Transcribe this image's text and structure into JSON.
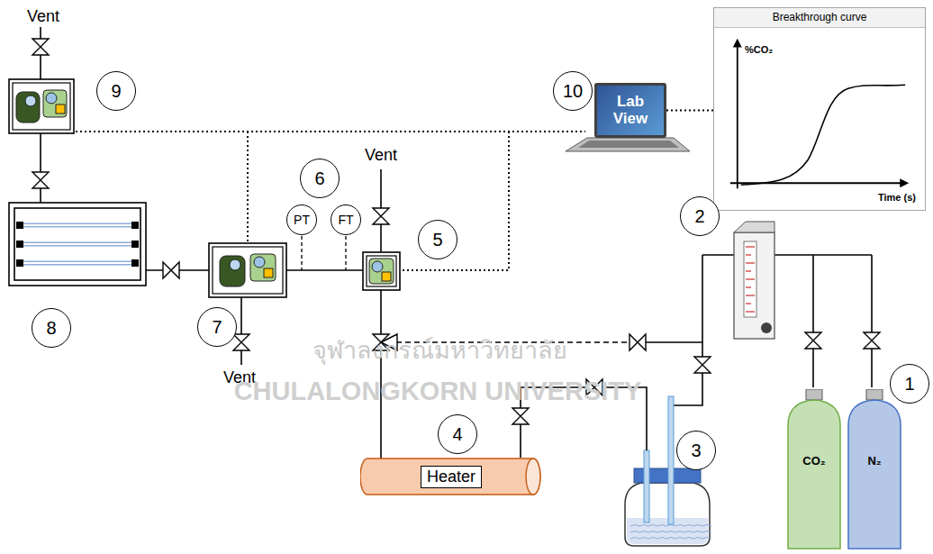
{
  "diagram": {
    "nodes": [
      {
        "text": [
          "9"
        ]
      },
      {
        "text": [
          "10"
        ]
      },
      {
        "text": [
          "Breakthrough curve",
          "%CO₂",
          "Time (s)"
        ]
      },
      {
        "text": [
          "Lab View"
        ]
      },
      {
        "text": [
          "6"
        ]
      },
      {
        "text": [
          "PT"
        ]
      },
      {
        "text": [
          "FT"
        ]
      },
      {
        "text": [
          "5"
        ]
      },
      {
        "text": [
          "2"
        ]
      },
      {
        "text": [
          "8"
        ]
      },
      {
        "text": [
          "7"
        ]
      },
      {
        "text": [
          "1"
        ]
      },
      {
        "text": [
          "4"
        ]
      },
      {
        "text": [
          "Heater"
        ]
      },
      {
        "text": [
          "3"
        ]
      },
      {
        "text": [
          "CO₂"
        ]
      },
      {
        "text": [
          "N₂"
        ]
      }
    ],
    "edges": [
      {
        "from": 3,
        "to": 2,
        "arrow": "none"
      }
    ],
    "labels": [
      "Vent",
      "Vent",
      "Vent",
      "จุฬาลงกรณ์มหาวิทยาลัย",
      "CHULALONGKORN UNIVERSITY"
    ]
  }
}
